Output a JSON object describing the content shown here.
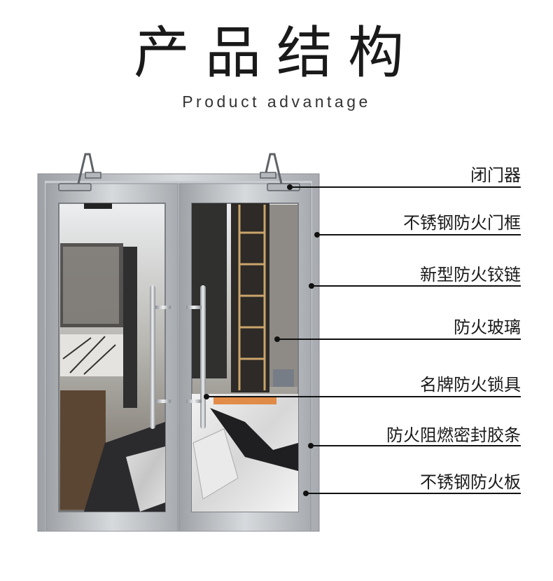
{
  "header": {
    "title": "产品结构",
    "subtitle": "Product advantage"
  },
  "callouts": [
    {
      "label": "闭门器"
    },
    {
      "label": "不锈钢防火门框"
    },
    {
      "label": "新型防火铰链"
    },
    {
      "label": "防火玻璃"
    },
    {
      "label": "名牌防火锁具"
    },
    {
      "label": "防火阻燃密封胶条"
    },
    {
      "label": "不锈钢防火板"
    }
  ]
}
